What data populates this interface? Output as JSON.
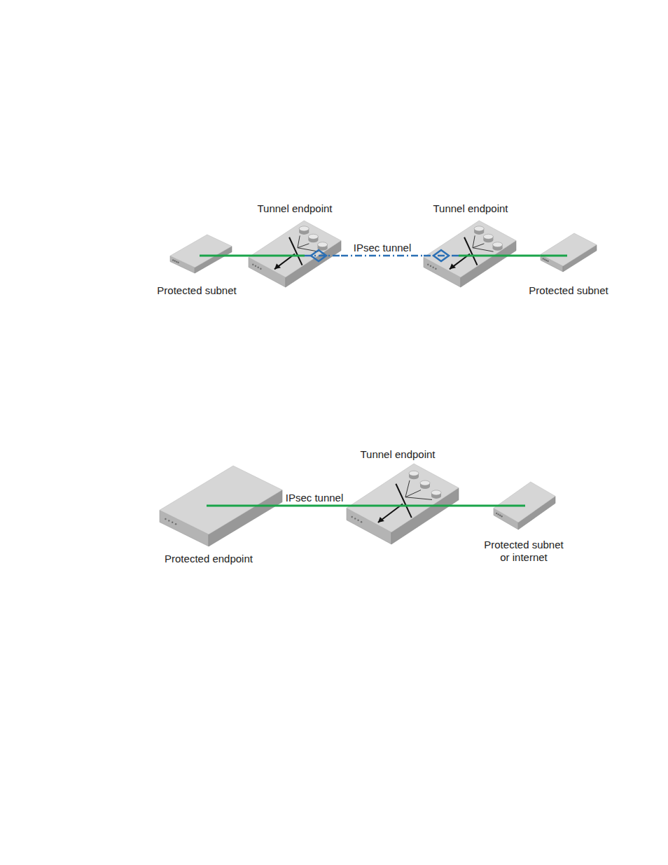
{
  "diagram": {
    "nodes": [
      {
        "text": [
          "Protected subnet"
        ]
      },
      {
        "text": [
          "Tunnel endpoint"
        ]
      },
      {
        "text": [
          "Tunnel endpoint"
        ]
      },
      {
        "text": [
          "Protected subnet"
        ]
      },
      {
        "text": [
          "Protected endpoint"
        ]
      },
      {
        "text": [
          "Tunnel endpoint"
        ]
      },
      {
        "text": [
          "Protected subnet or internet"
        ]
      }
    ],
    "edges": [
      {
        "from": 0,
        "to": 1,
        "arrow": "none"
      },
      {
        "from": 1,
        "to": 2,
        "label": "IPsec tunnel",
        "arrow": "none"
      },
      {
        "from": 2,
        "to": 3,
        "arrow": "none"
      },
      {
        "from": 4,
        "to": 5,
        "label": "IPsec tunnel",
        "arrow": "none"
      },
      {
        "from": 5,
        "to": 6,
        "arrow": "none"
      }
    ]
  }
}
